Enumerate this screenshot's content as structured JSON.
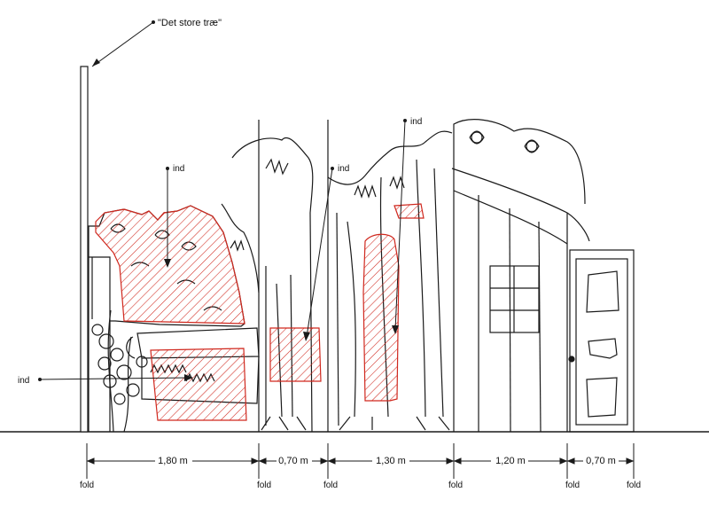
{
  "title_label": "\"Det store træ\"",
  "ind_labels": [
    "ind",
    "ind",
    "ind",
    "ind"
  ],
  "dimensions": [
    "1,80 m",
    "0,70 m",
    "1,30 m",
    "1,20 m",
    "0,70 m"
  ],
  "fold_labels": [
    "fold",
    "fold",
    "fold",
    "fold",
    "fold",
    "fold"
  ],
  "colors": {
    "ink": "#1a1a1a",
    "hatch": "#d0281e",
    "background": "#ffffff"
  }
}
